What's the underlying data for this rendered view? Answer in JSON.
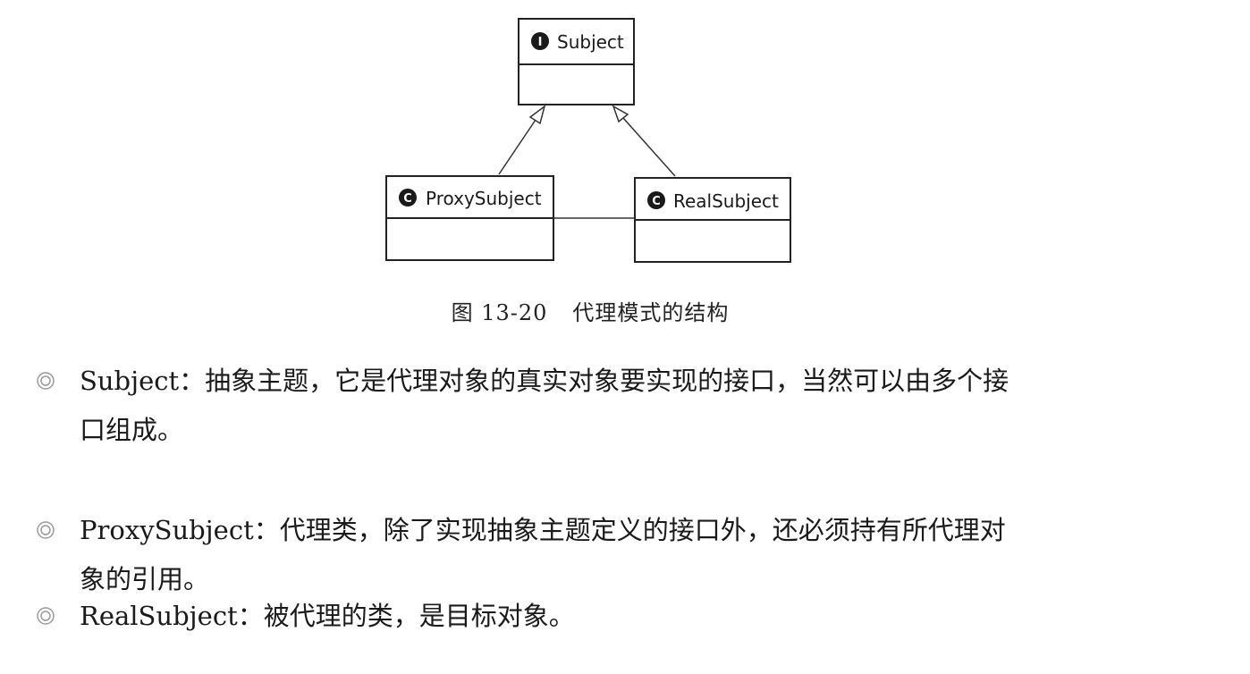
{
  "diagram": {
    "classes": [
      {
        "id": "subject",
        "name": "Subject",
        "badge": "I"
      },
      {
        "id": "proxy",
        "name": "ProxySubject",
        "badge": "C"
      },
      {
        "id": "real",
        "name": "RealSubject",
        "badge": "C"
      }
    ]
  },
  "caption": {
    "number": "图 13-20",
    "title": "代理模式的结构"
  },
  "bullets": [
    {
      "text": "Subject：抽象主题，它是代理对象的真实对象要实现的接口，当然可以由多个接",
      "cont": "口组成。"
    },
    {
      "text": "ProxySubject：代理类，除了实现抽象主题定义的接口外，还必须持有所代理对",
      "cont": "象的引用。"
    },
    {
      "text": "RealSubject：被代理的类，是目标对象。",
      "cont": ""
    }
  ],
  "colors": {
    "ink": "#1a1a1a",
    "bullet": "#9a9a9a"
  }
}
